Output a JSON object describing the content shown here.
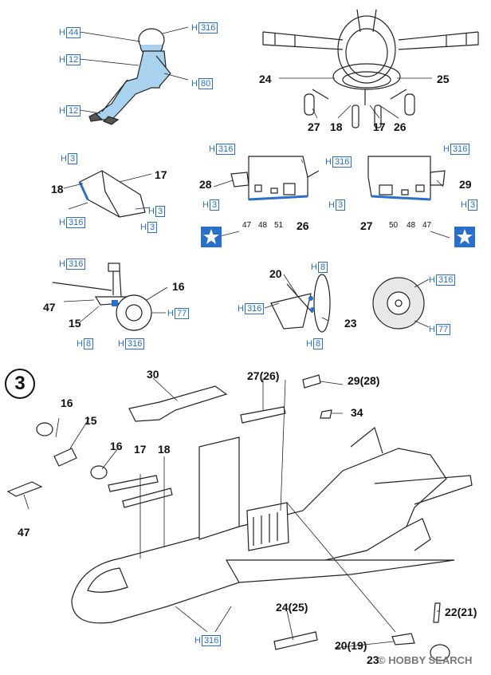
{
  "labels": {
    "pilot": {
      "h44": "44",
      "h316": "316",
      "h12a": "12",
      "h80": "80",
      "h12b": "12",
      "prefix": "H"
    },
    "front": {
      "n24": "24",
      "n25": "25",
      "n27": "27",
      "n18": "18",
      "n17": "17",
      "n26": "26"
    },
    "door_left": {
      "h3a": "3",
      "n17": "17",
      "n18": "18",
      "h3b": "3",
      "h316": "316",
      "h3c": "3"
    },
    "bay_left": {
      "h316a": "316",
      "h316b": "316",
      "n28": "28",
      "h3a": "3",
      "h3b": "3",
      "d47": "47",
      "d48": "48",
      "d51": "51",
      "n26": "26"
    },
    "bay_right": {
      "h316": "316",
      "h316b": "316",
      "n29": "29",
      "h3a": "3",
      "h3b": "3",
      "n27": "27",
      "d50": "50",
      "d48": "48",
      "d47": "47"
    },
    "gear_left": {
      "h316": "316",
      "n16": "16",
      "n47": "47",
      "n15": "15",
      "h77": "77",
      "h8": "8",
      "h316b": "316"
    },
    "gear_mid": {
      "h8a": "8",
      "n20": "20",
      "h316": "316",
      "n23": "23",
      "h8b": "8"
    },
    "wheel": {
      "h316": "316",
      "h77": "77"
    },
    "step": {
      "number": "3"
    },
    "assembly": {
      "n30": "30",
      "n2726": "27(26)",
      "n2928": "29(28)",
      "n16a": "16",
      "n15": "15",
      "n34": "34",
      "n16b": "16",
      "n17": "17",
      "n18": "18",
      "n47": "47",
      "n2221": "22(21)",
      "n2425": "24(25)",
      "h316": "316",
      "n2019": "20(19)",
      "n23": "23"
    }
  },
  "watermark": "© HOBBY SEARCH",
  "colors": {
    "accent": "#2a6fc9",
    "pilot_fill": "#a9d2ee",
    "ink": "#111111"
  },
  "icons": [
    "star-decal-icon",
    "star-decal-icon"
  ]
}
